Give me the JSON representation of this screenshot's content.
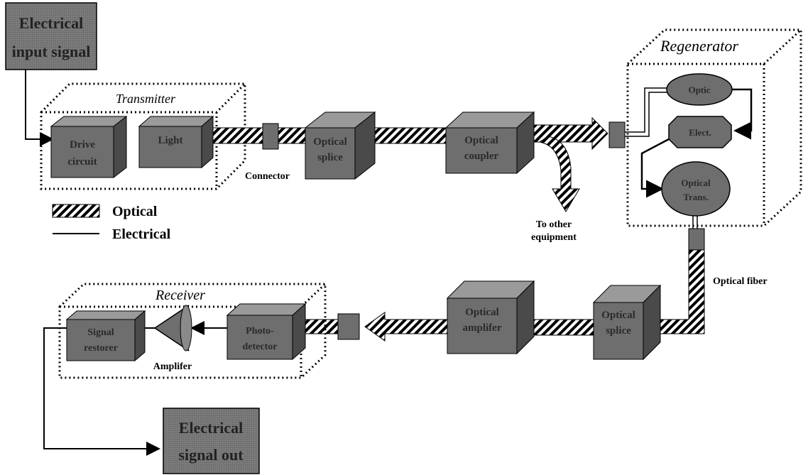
{
  "colors": {
    "box_fill": "#6e6e6e",
    "box_top": "#9a9a9a",
    "box_side": "#4a4a4a",
    "text_on_box": "#2a2a2a",
    "outline": "#000000"
  },
  "input_signal": {
    "line1": "Electrical",
    "line2": "input signal"
  },
  "output_signal": {
    "line1": "Electrical",
    "line2": "signal out"
  },
  "transmitter": {
    "title": "Transmitter",
    "drive_circuit": {
      "line1": "Drive",
      "line2": "circuit"
    },
    "light": "Light"
  },
  "connector_label": "Connector",
  "optical_splice_1": {
    "line1": "Optical",
    "line2": "splice"
  },
  "optical_coupler": {
    "line1": "Optical",
    "line2": "coupler"
  },
  "other_equipment": {
    "line1": "To other",
    "line2": "equipment"
  },
  "regenerator": {
    "title": "Regenerator",
    "optic": "Optic",
    "elect": "Elect.",
    "optical_trans": {
      "line1": "Optical",
      "line2": "Trans."
    }
  },
  "optical_fiber_label": "Optical fiber",
  "optical_splice_2": {
    "line1": "Optical",
    "line2": "splice"
  },
  "optical_amplifier": {
    "line1": "Optical",
    "line2": "amplifer"
  },
  "receiver": {
    "title": "Receiver",
    "photodetector": {
      "line1": "Photo-",
      "line2": "detector"
    },
    "amplifier_label": "Amplifer",
    "signal_restorer": {
      "line1": "Signal",
      "line2": "restorer"
    }
  },
  "legend": {
    "optical": "Optical",
    "electrical": "Electrical"
  }
}
